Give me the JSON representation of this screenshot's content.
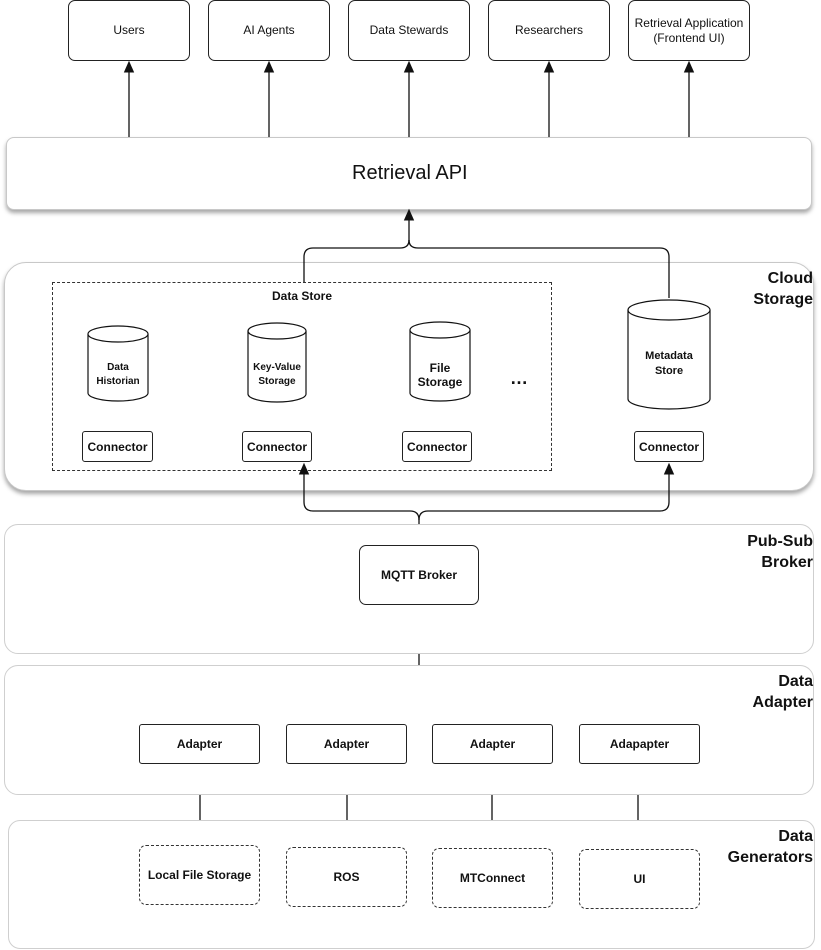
{
  "consumers": [
    {
      "label": "Users"
    },
    {
      "label": "AI Agents"
    },
    {
      "label": "Data Stewards"
    },
    {
      "label": "Researchers"
    },
    {
      "label": "Retrieval Application\n(Frontend UI)"
    }
  ],
  "retrieval_api": {
    "label": "Retrieval API"
  },
  "layers": {
    "cloud_storage": "Cloud\nStorage",
    "pubsub": "Pub-Sub\nBroker",
    "adapter": "Data\nAdapter",
    "generators": "Data\nGenerators"
  },
  "data_store": {
    "title": "Data Store",
    "stores": [
      {
        "label": "Data\nHistorian"
      },
      {
        "label": "Key-Value\nStorage"
      },
      {
        "label": "File\nStorage"
      }
    ],
    "ellipsis": "…",
    "connector_label": "Connector"
  },
  "metadata_store": {
    "label": "Metadata\nStore",
    "connector_label": "Connector"
  },
  "broker": {
    "label": "MQTT Broker"
  },
  "adapters": [
    {
      "label": "Adapter"
    },
    {
      "label": "Adapter"
    },
    {
      "label": "Adapter"
    },
    {
      "label": "Adapapter"
    }
  ],
  "generators": [
    {
      "label": "Local File Storage"
    },
    {
      "label": "ROS"
    },
    {
      "label": "MTConnect"
    },
    {
      "label": "UI"
    }
  ]
}
